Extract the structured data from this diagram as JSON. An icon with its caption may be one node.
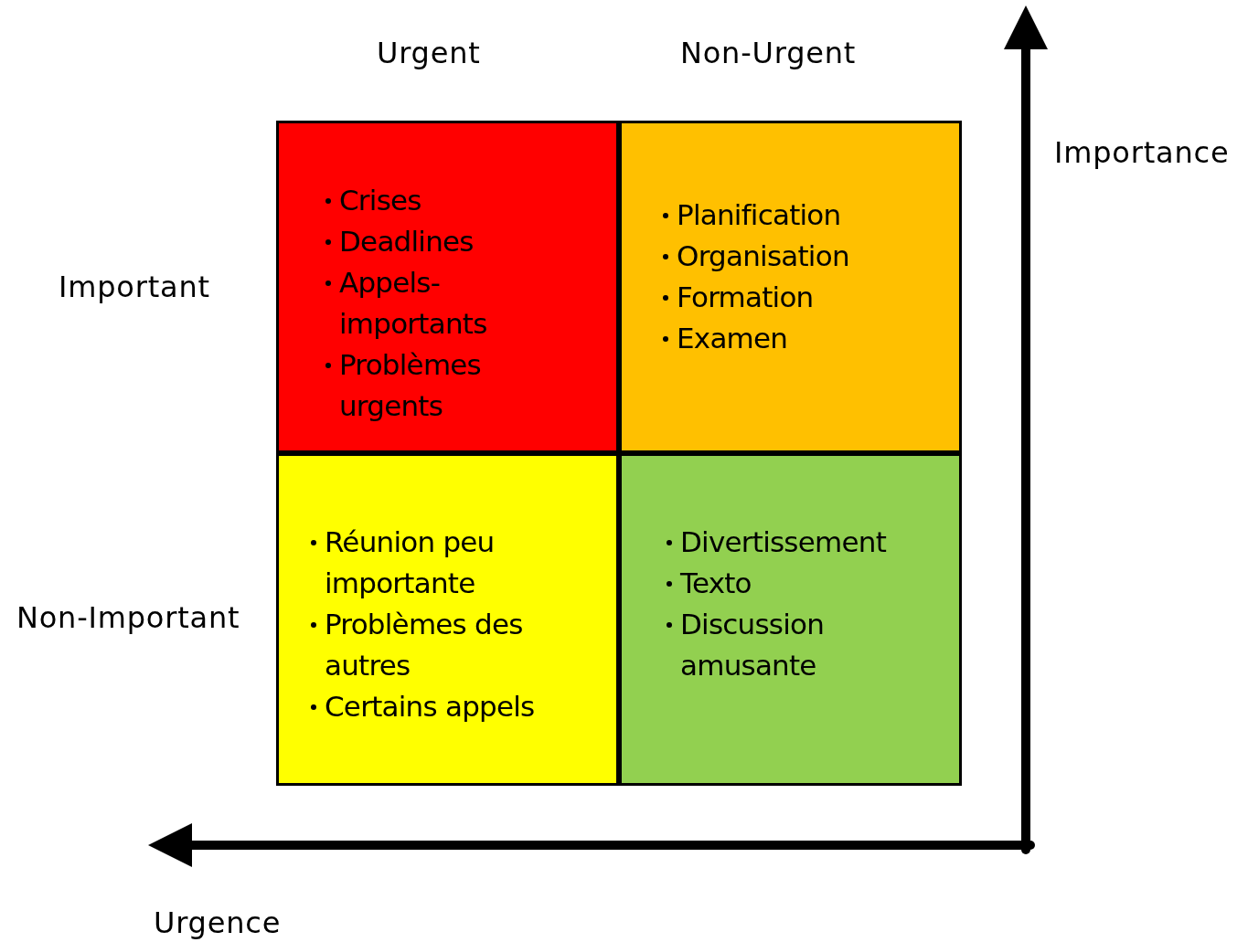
{
  "diagram": {
    "nodes": [
      {
        "text": [
          "Crises",
          "Deadlines",
          "Appels-importants",
          "Problèmes urgents"
        ]
      },
      {
        "text": [
          "Planification",
          "Organisation",
          "Formation",
          "Examen"
        ]
      },
      {
        "text": [
          "Réunion peu importante",
          "Problèmes des autres",
          "Certains appels"
        ]
      },
      {
        "text": [
          "Divertissement",
          "Texto",
          "Discussion amusante"
        ]
      }
    ],
    "labels": [
      "Urgent",
      "Non-Urgent",
      "Importance",
      "Important",
      "Non-Important",
      "Urgence"
    ]
  }
}
